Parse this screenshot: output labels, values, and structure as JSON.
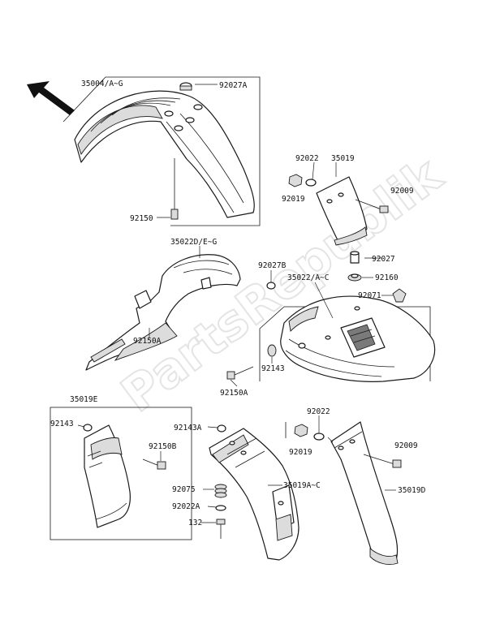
{
  "watermark": "PartsRepublik",
  "labels": {
    "p35004": "35004/A~G",
    "p92027A": "92027A",
    "p92150": "92150",
    "p92022_top": "92022",
    "p35019_top": "35019",
    "p92019_top": "92019",
    "p92009_top": "92009",
    "p92027": "92027",
    "p35022D": "35022D/E~G",
    "p92027B": "92027B",
    "p35022A": "35022/A~C",
    "p92160": "92160",
    "p92071": "92071",
    "p92150A_left": "92150A",
    "p92143_mid": "92143",
    "p92150A_mid": "92150A",
    "p35019E": "35019E",
    "p92143_box": "92143",
    "p92150B": "92150B",
    "p92143A": "92143A",
    "p92075": "92075",
    "p92022A": "92022A",
    "p132": "132",
    "p35019AC": "35019A~C",
    "p92022_bot": "92022",
    "p92019_bot": "92019",
    "p92009_bot": "92009",
    "p35019D": "35019D"
  }
}
